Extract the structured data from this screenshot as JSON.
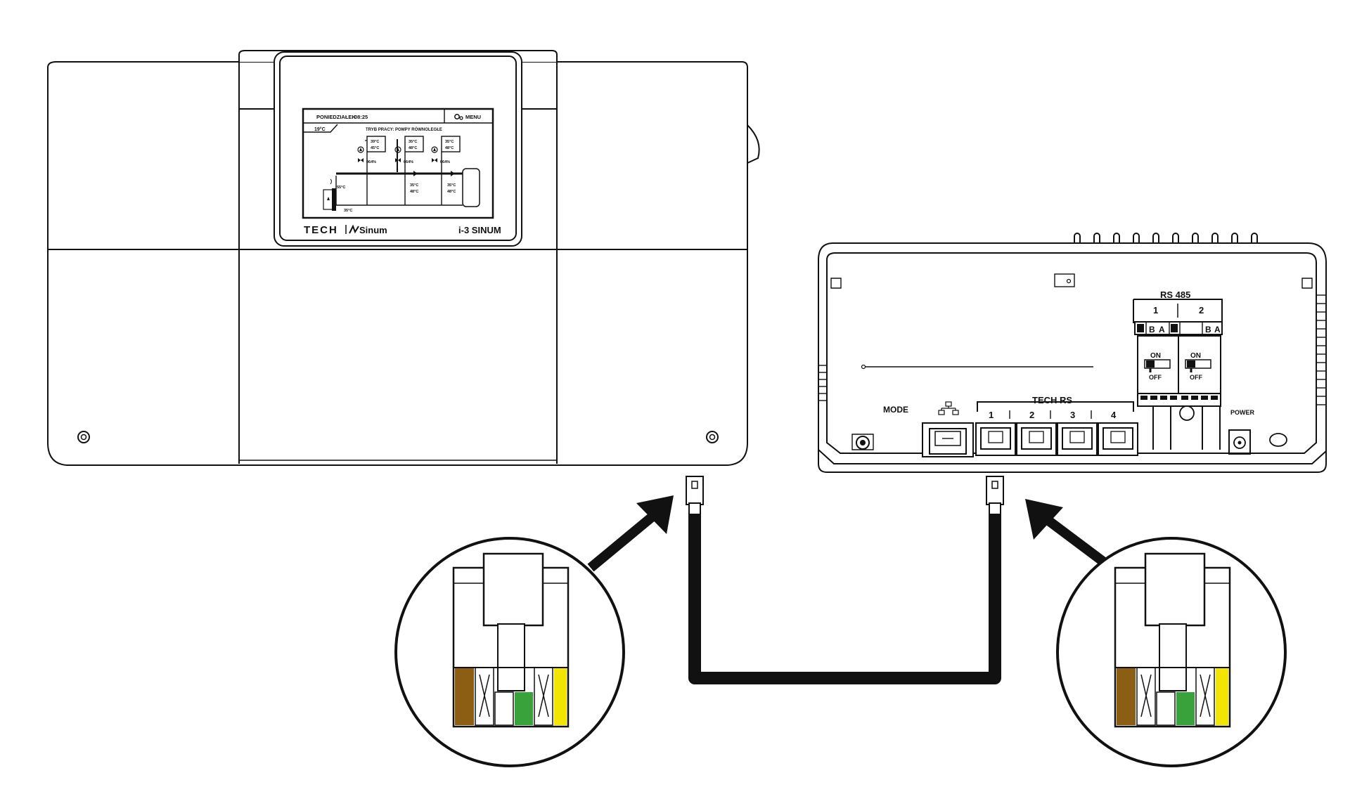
{
  "controller": {
    "screen": {
      "day": "PONIEDZIAŁEK",
      "time": "08:25",
      "menu": "MENU",
      "outside_temp": "19°C",
      "mode": "TRYB PRACY: POMPY RÓWNOLEGŁE",
      "circuits": [
        {
          "set": "39°C",
          "actual": "45°C",
          "valve": "064%"
        },
        {
          "set": "35°C",
          "actual": "48°C",
          "valve": "064%"
        },
        {
          "set": "35°C",
          "actual": "48°C",
          "valve": "064%"
        }
      ],
      "boiler_top": "55°C",
      "boiler_bottom": "35°C",
      "line_temps": [
        {
          "set": "35°C",
          "actual": "48°C"
        },
        {
          "set": "35°C",
          "actual": "48°C"
        }
      ]
    },
    "brand": "TECH",
    "sub_brand": "Sinum",
    "model": "i-3 SINUM"
  },
  "module": {
    "rs485_title": "RS 485",
    "rs485_channels": [
      "1",
      "2"
    ],
    "rs485_pins": [
      "B",
      "A",
      "B",
      "A"
    ],
    "switch_on": "ON",
    "switch_off": "OFF",
    "mode_label": "MODE",
    "tech_rs_title": "TECH RS",
    "tech_rs_ports": [
      "1",
      "2",
      "3",
      "4"
    ],
    "power_label": "POWER"
  },
  "wire_colors": {
    "brown": "#8b5e14",
    "green": "#3aa23a",
    "yellow": "#f2e600",
    "cable": "#111111"
  }
}
